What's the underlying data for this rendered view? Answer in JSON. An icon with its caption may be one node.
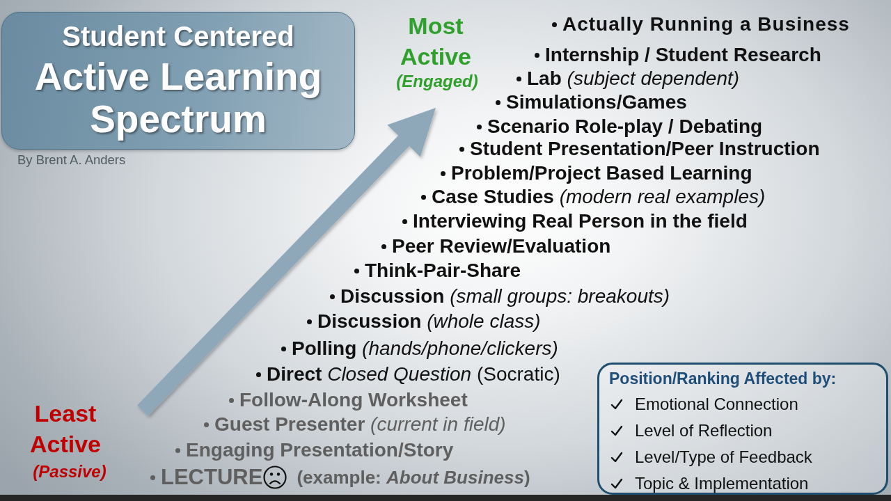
{
  "diagram": {
    "nodes": [
      {
        "text": [
          "Student Centered",
          "Active Learning Spectrum"
        ],
        "beside": [
          "By Brent A. Anders"
        ]
      },
      {
        "text": [
          "Position/Ranking Affected by:",
          "Emotional Connection",
          "Level of Reflection",
          "Level/Type of Feedback",
          "Topic & Implementation"
        ]
      }
    ],
    "labels": [
      "Most Active",
      "(Engaged)",
      "Actually Running a Business",
      "Internship / Student Research",
      "Lab *(subject dependent)*",
      "Simulations/Games",
      "Scenario Role-play / Debating",
      "Student Presentation/Peer Instruction",
      "Problem/Project Based Learning",
      "Case Studies *(modern real examples)*",
      "Interviewing Real Person in the field",
      "Peer Review/Evaluation",
      "Think-Pair-Share",
      "Discussion *(small groups: breakouts)*",
      "Discussion *(whole class)*",
      "Polling *(hands/phone/clickers)*",
      "**Direct** *Closed Question* (Socratic)",
      "Least Active",
      "(Passive)",
      "Follow-Along Worksheet",
      "Guest Presenter *(current in field)*",
      "Engaging Presentation/Story",
      "LECTURE",
      "(example: *About Business*)"
    ]
  }
}
